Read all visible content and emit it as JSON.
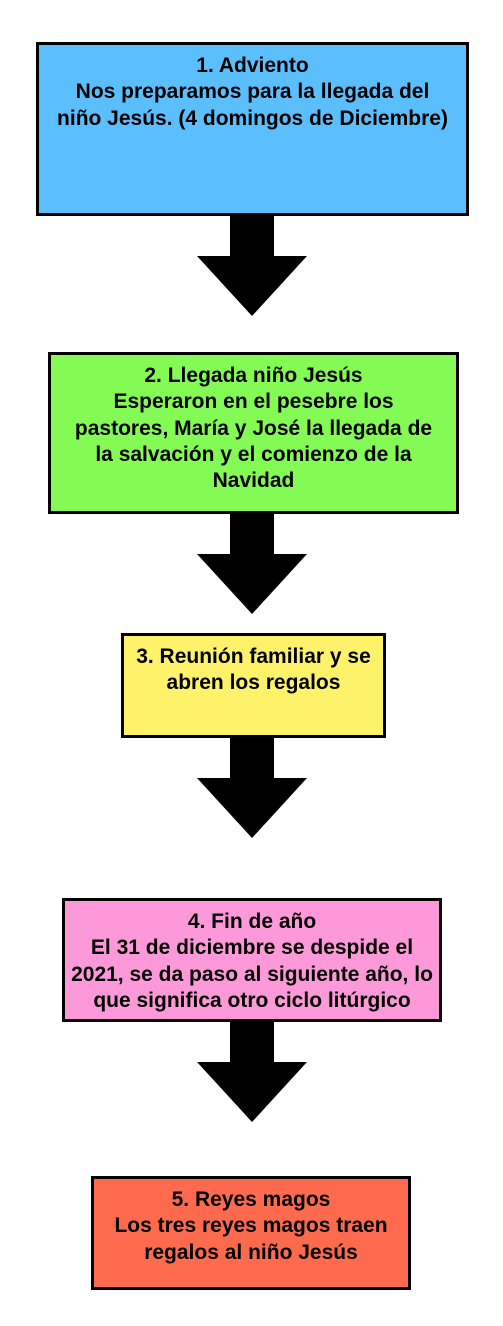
{
  "colors": {
    "step1": "#5BBFFD",
    "step2": "#84FB54",
    "step3": "#FDF26A",
    "step4": "#FD99D8",
    "step5": "#FD6A4E",
    "arrow": "#000000",
    "border": "#000000"
  },
  "steps": [
    {
      "title": "1. Adviento",
      "lines": [
        "Nos preparamos para la llegada del",
        "niño Jesús. (4 domingos de Diciembre)"
      ]
    },
    {
      "title": "2. Llegada niño Jesús",
      "lines": [
        "Esperaron en el pesebre los",
        "pastores, María y José la llegada de",
        "la salvación y el comienzo de la",
        "Navidad"
      ]
    },
    {
      "title": "3.  Reunión familiar y se",
      "lines": [
        "abren los regalos"
      ]
    },
    {
      "title": "4. Fin de año",
      "lines": [
        "El 31 de diciembre se despide el",
        "2021, se da paso al siguiente año, lo",
        "que significa otro ciclo litúrgico"
      ]
    },
    {
      "title": "5. Reyes magos",
      "lines": [
        "Los tres reyes magos traen",
        "regalos al niño Jesús"
      ]
    }
  ]
}
